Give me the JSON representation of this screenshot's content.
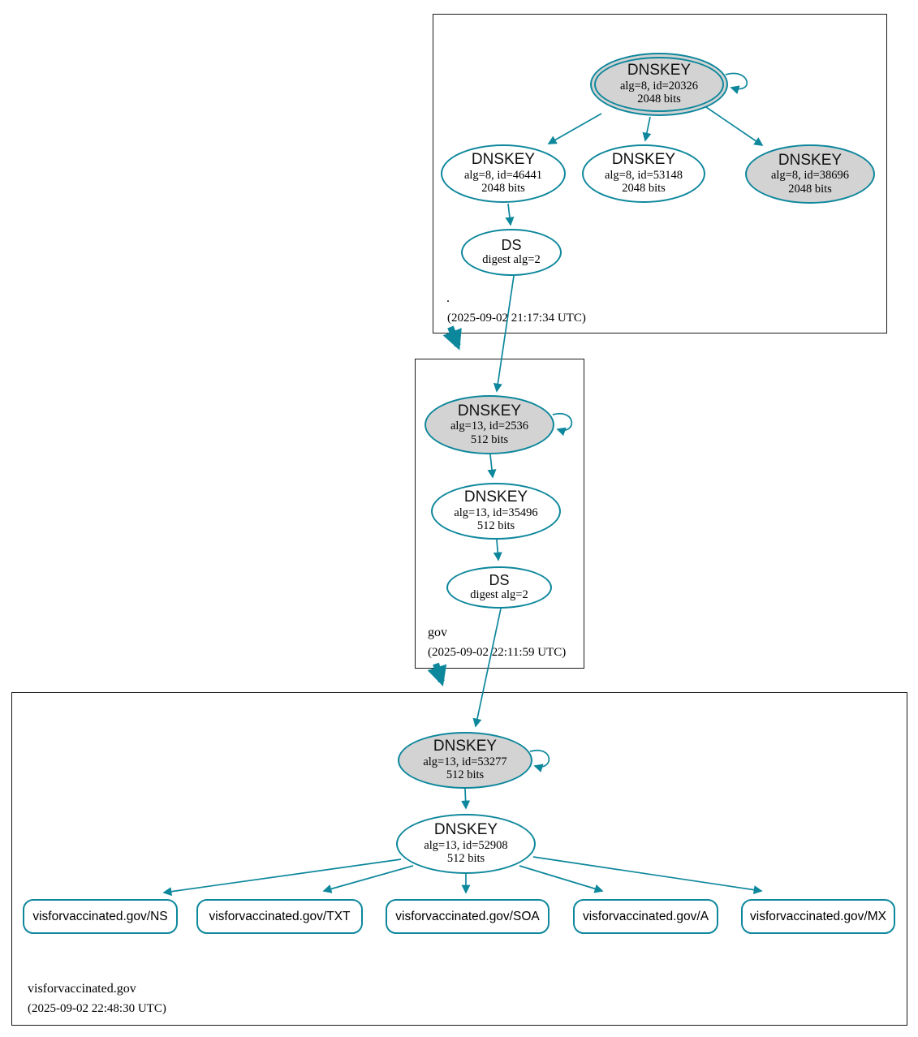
{
  "colors": {
    "edge": "#0d879c",
    "ksk_fill": "#d3d3d3",
    "node_fill": "#ffffff",
    "box_border": "#1a1a1a"
  },
  "zones": {
    "root": {
      "name": ".",
      "timestamp": "(2025-09-02 21:17:34 UTC)",
      "nodes": {
        "ksk": {
          "title": "DNSKEY",
          "line1": "alg=8, id=20326",
          "line2": "2048 bits"
        },
        "zsk1": {
          "title": "DNSKEY",
          "line1": "alg=8, id=46441",
          "line2": "2048 bits"
        },
        "zsk2": {
          "title": "DNSKEY",
          "line1": "alg=8, id=53148",
          "line2": "2048 bits"
        },
        "zsk3": {
          "title": "DNSKEY",
          "line1": "alg=8, id=38696",
          "line2": "2048 bits"
        },
        "ds": {
          "title": "DS",
          "line1": "digest alg=2"
        }
      }
    },
    "gov": {
      "name": "gov",
      "timestamp": "(2025-09-02 22:11:59 UTC)",
      "nodes": {
        "ksk": {
          "title": "DNSKEY",
          "line1": "alg=13, id=2536",
          "line2": "512 bits"
        },
        "zsk": {
          "title": "DNSKEY",
          "line1": "alg=13, id=35496",
          "line2": "512 bits"
        },
        "ds": {
          "title": "DS",
          "line1": "digest alg=2"
        }
      }
    },
    "vfv": {
      "name": "visforvaccinated.gov",
      "timestamp": "(2025-09-02 22:48:30 UTC)",
      "nodes": {
        "ksk": {
          "title": "DNSKEY",
          "line1": "alg=13, id=53277",
          "line2": "512 bits"
        },
        "zsk": {
          "title": "DNSKEY",
          "line1": "alg=13, id=52908",
          "line2": "512 bits"
        }
      },
      "rrsets": [
        "visforvaccinated.gov/NS",
        "visforvaccinated.gov/TXT",
        "visforvaccinated.gov/SOA",
        "visforvaccinated.gov/A",
        "visforvaccinated.gov/MX"
      ]
    }
  }
}
